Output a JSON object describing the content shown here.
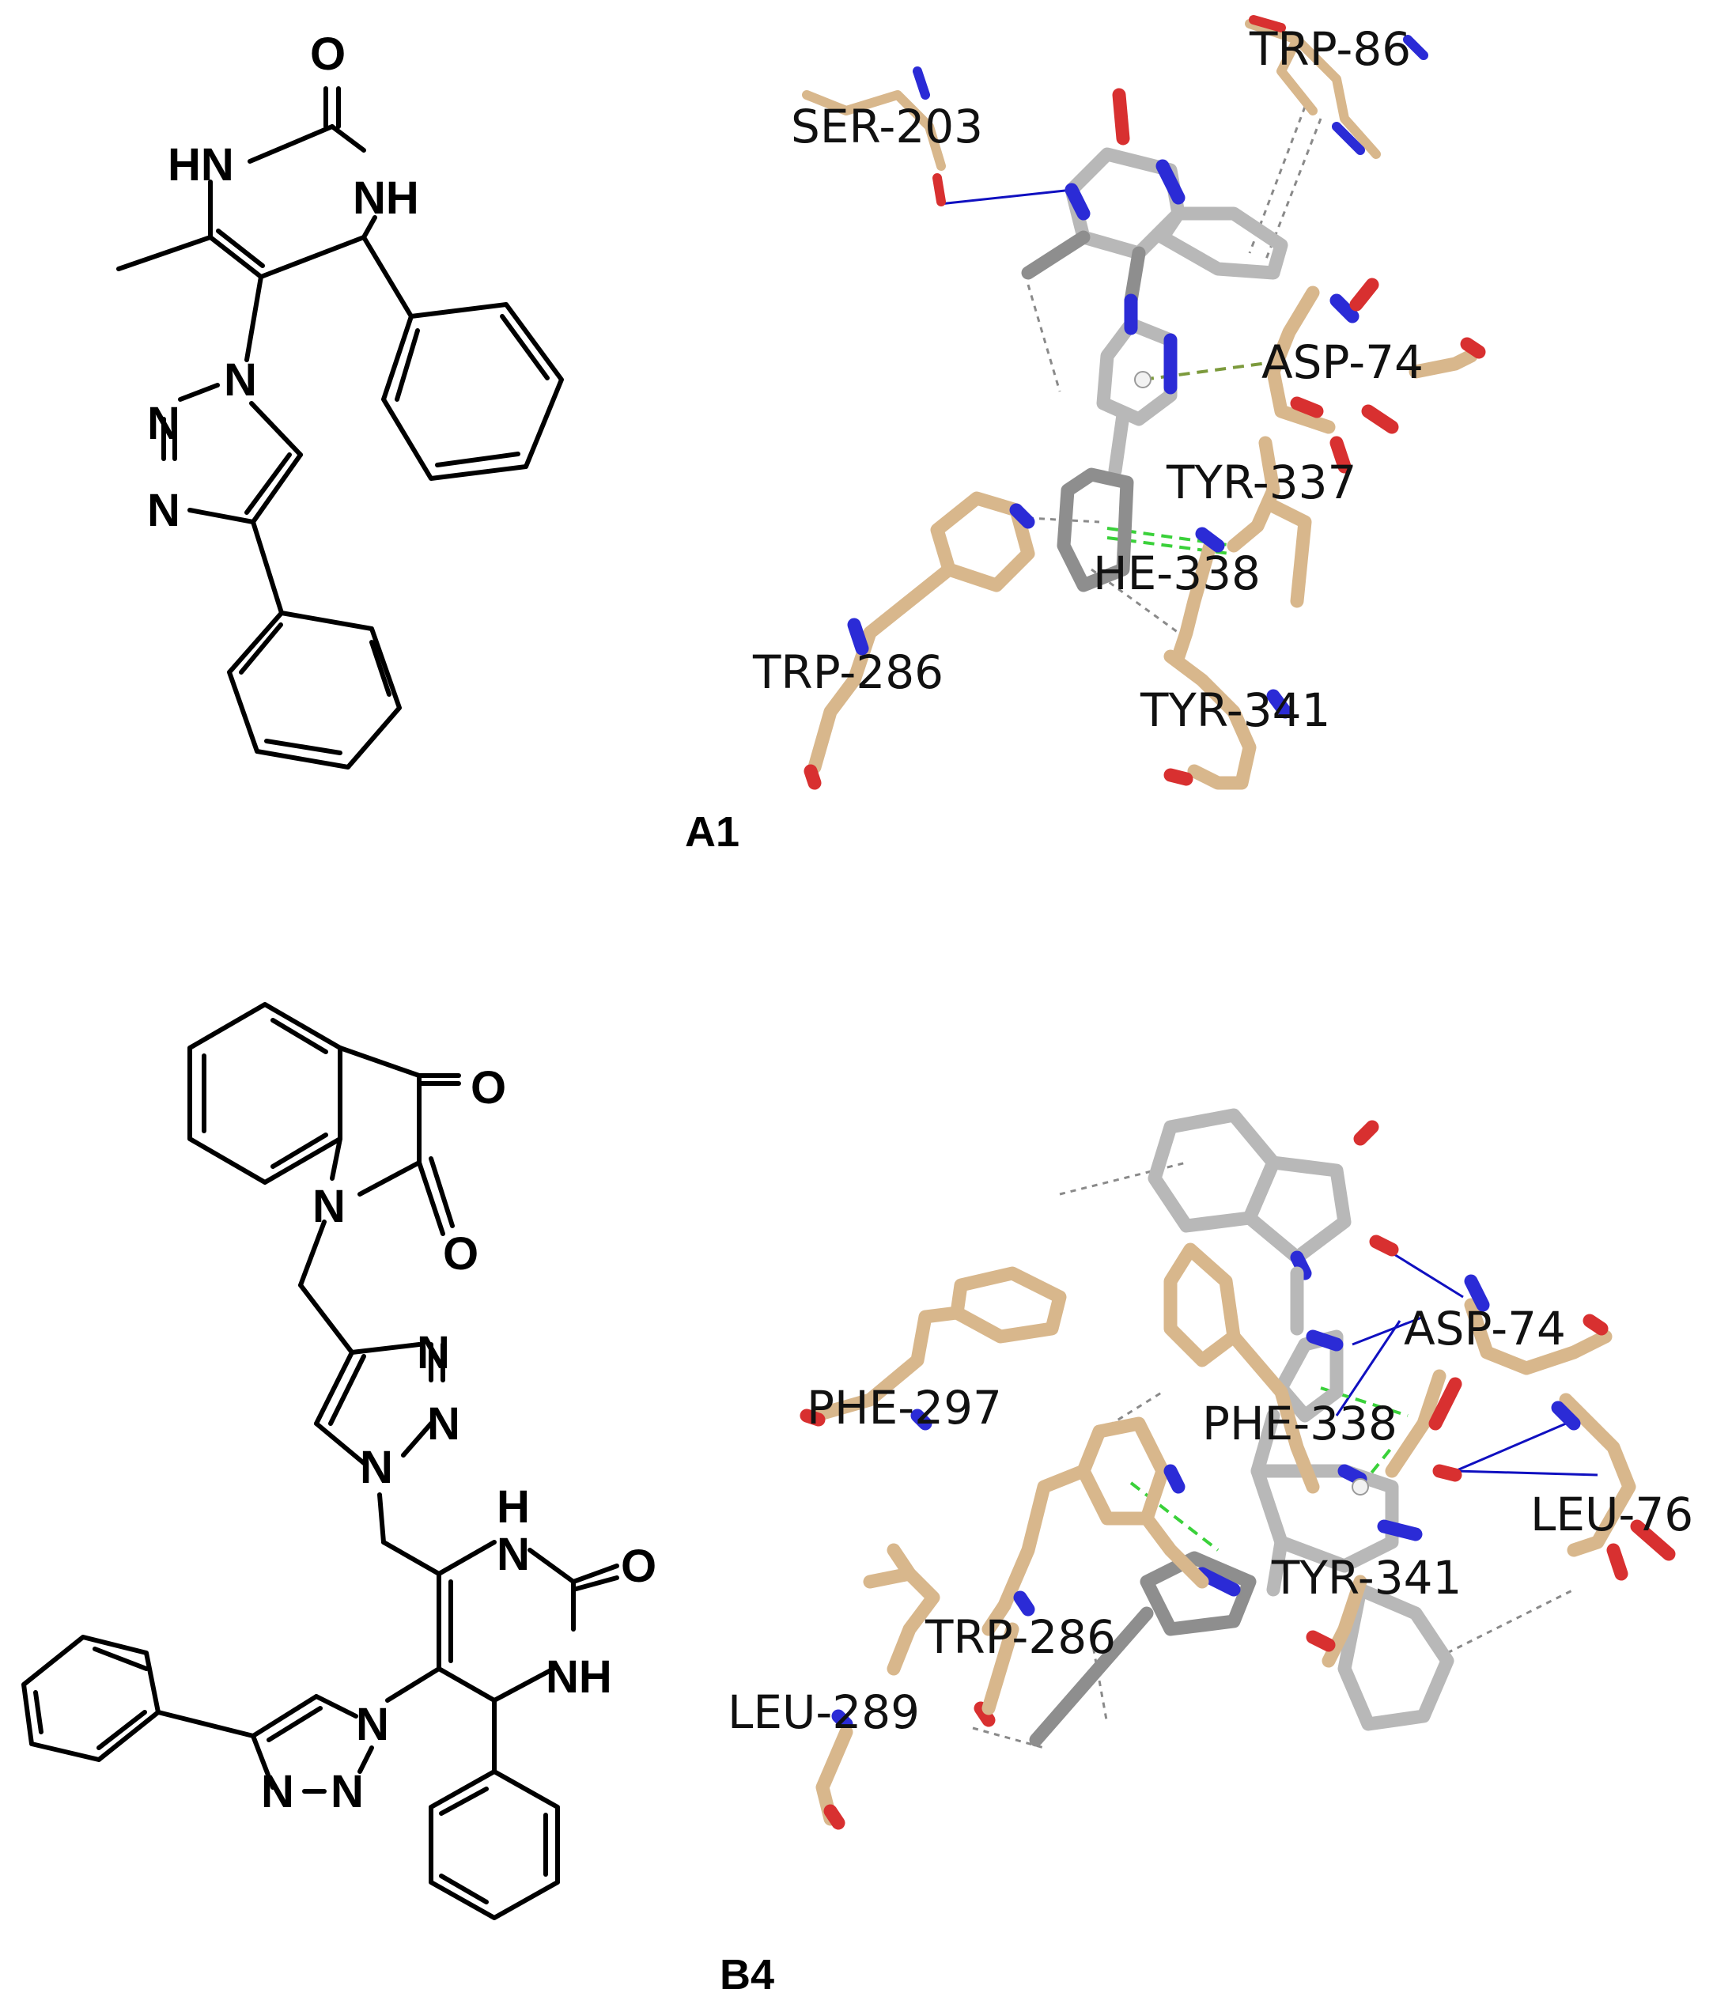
{
  "panels": [
    {
      "label": "A1",
      "structure_atoms": [
        "O",
        "HN",
        "NH",
        "N",
        "N",
        "N"
      ],
      "residues": [
        "SER-203",
        "TRP-86",
        "ASP-74",
        "TYR-337",
        "HE-338",
        "TRP-286",
        "TYR-341"
      ]
    },
    {
      "label": "B4",
      "structure_atoms": [
        "O",
        "N",
        "O",
        "N",
        "N",
        "N",
        "H",
        "N",
        "O",
        "NH",
        "N",
        "N",
        "N"
      ],
      "residues": [
        "PHE-297",
        "ASP-74",
        "PHE-338",
        "LEU-76",
        "TYR-341",
        "TRP-286",
        "LEU-289"
      ]
    }
  ],
  "colors": {
    "ligand_carbon": "#b8b8b8",
    "residue_carbon": "#d8b78c",
    "nitrogen": "#2b2bd6",
    "oxygen": "#d83030",
    "hydrogen_bond": "#1010c0",
    "pi_interaction": "#3ad13a",
    "hydrophobic": "#8a8a8a"
  }
}
